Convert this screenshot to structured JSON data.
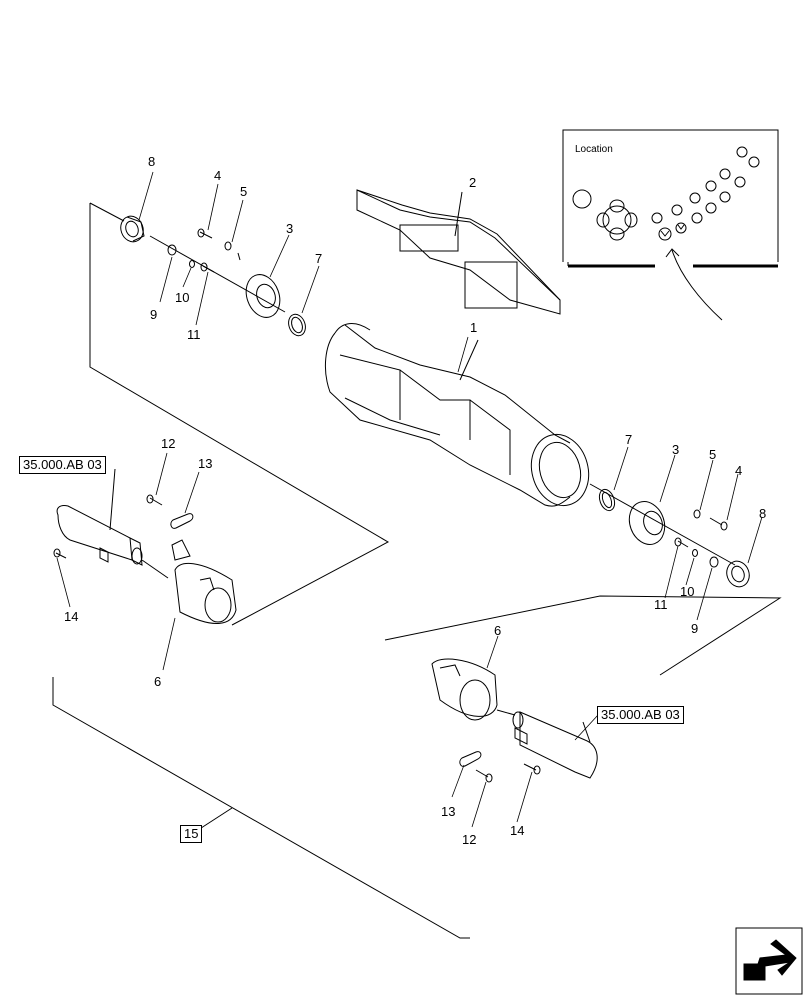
{
  "location_inset": {
    "title": "Location"
  },
  "callouts": {
    "c1": "1",
    "c2": "2",
    "c3_left": "3",
    "c3_right": "3",
    "c4_left": "4",
    "c4_right": "4",
    "c5_left": "5",
    "c5_right": "5",
    "c6_left": "6",
    "c6_right": "6",
    "c7_left": "7",
    "c7_right": "7",
    "c8_left": "8",
    "c8_right": "8",
    "c9_left": "9",
    "c9_right": "9",
    "c10_left": "10",
    "c10_right": "10",
    "c11_left": "11",
    "c11_right": "11",
    "c12_left": "12",
    "c12_right": "12",
    "c13_left": "13",
    "c13_right": "13",
    "c14_left": "14",
    "c14_right": "14"
  },
  "references": {
    "ref_left": "35.000.AB 03",
    "ref_right": "35.000.AB 03",
    "assembly": "15"
  },
  "icons": {
    "nav": "next-page-arrow-icon"
  }
}
